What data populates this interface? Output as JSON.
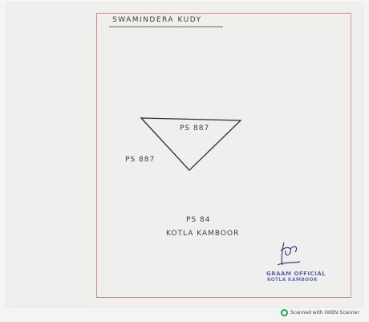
{
  "document": {
    "title": "SWAMINDERA KUDY",
    "triangle_label_inside": "PS 887",
    "triangle_label_left": "PS 887",
    "ps_number": "PS 84",
    "village_name": "KOTLA KAMBOOR",
    "stamp_line1": "GRAAM OFFICIAL",
    "stamp_line2": "KOTLA KAMBOOR",
    "signature_color": "#3d3f84",
    "stamp_color": "#5b63a8"
  },
  "footer": {
    "scanner_text": "Scanned with OKEN Scanner",
    "icon": "camscanner-icon"
  }
}
